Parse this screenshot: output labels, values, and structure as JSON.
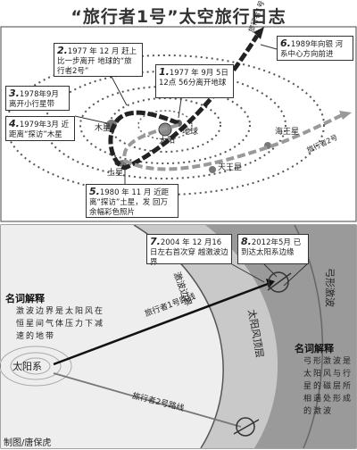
{
  "title": "“旅行者1号”太空旅行日志",
  "events": [
    {
      "num": "1.",
      "text": "1977 年 9月 5日12点 56分离开地球"
    },
    {
      "num": "2.",
      "text": "1977 年 12 月 赶上比一步离开 地球的“旅行者2号”"
    },
    {
      "num": "3.",
      "text": "1978年9月 离开小行星带"
    },
    {
      "num": "4.",
      "text": "1979年3月 近距离“探访”木星"
    },
    {
      "num": "5.",
      "text": "1980 年 11 月 近距离“探访”土星，发 回万余幅彩色照片"
    },
    {
      "num": "6.",
      "text": "1989年向银 河系中心方向前进"
    },
    {
      "num": "7.",
      "text": "2004 年 12 月16日左右首次穿 越激波边界"
    },
    {
      "num": "8.",
      "text": "2012年5月 已到达太阳系边缘"
    }
  ],
  "planets": {
    "sun": "太阳",
    "earth": "地球",
    "jupiter": "木星",
    "saturn": "土星",
    "uranus": "天王星",
    "neptune": "海王星"
  },
  "probes": {
    "voyager1": "旅行者1号",
    "voyager2": "旅行者2号"
  },
  "lower": {
    "solar_system": "太阳系",
    "termination_shock": "激波边界",
    "heliopause": "太阳风顶层",
    "bow_shock": "弓形激波",
    "v1_route": "旅行者1号路线",
    "v2_route": "旅行者2号路线"
  },
  "glossary": [
    {
      "title": "名词解释",
      "text": "激波边界是太阳风在恒星间气体压力下减速的地带"
    },
    {
      "title": "名词解释",
      "text": "弓形激波是太阳风与行星的磁层所相遇处形成的激波"
    }
  ],
  "credit": "制图/唐保虎"
}
